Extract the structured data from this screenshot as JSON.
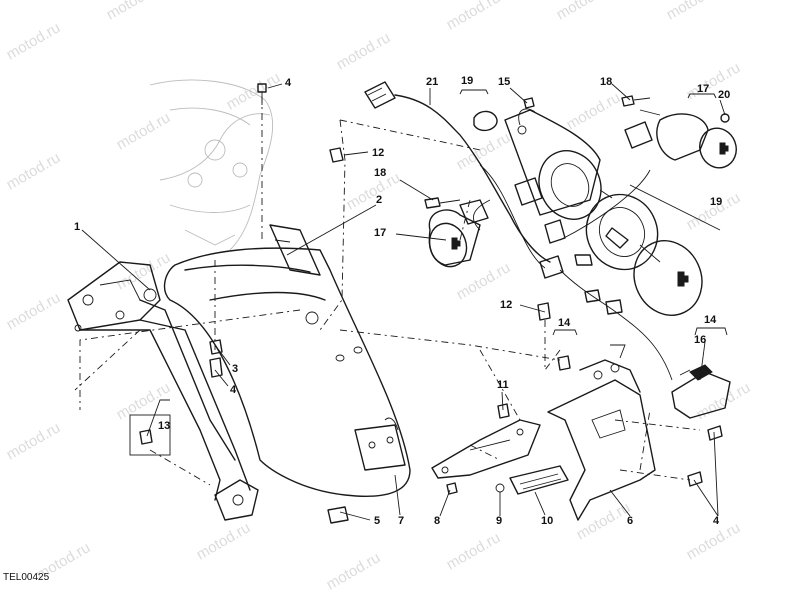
{
  "watermark": "motod.ru",
  "drawing_code": "TEL00425",
  "callouts": {
    "c1": "1",
    "c2": "2",
    "c3": "3",
    "c4a": "4",
    "c4b": "4",
    "c4c": "4",
    "c5": "5",
    "c6": "6",
    "c7": "7",
    "c8": "8",
    "c9": "9",
    "c10": "10",
    "c11": "11",
    "c12a": "12",
    "c12b": "12",
    "c13": "13",
    "c14a": "14",
    "c14b": "14",
    "c15": "15",
    "c16": "16",
    "c17a": "17",
    "c17b": "17",
    "c18a": "18",
    "c18b": "18",
    "c19a": "19",
    "c19b": "19",
    "c20": "20",
    "c21": "21"
  }
}
